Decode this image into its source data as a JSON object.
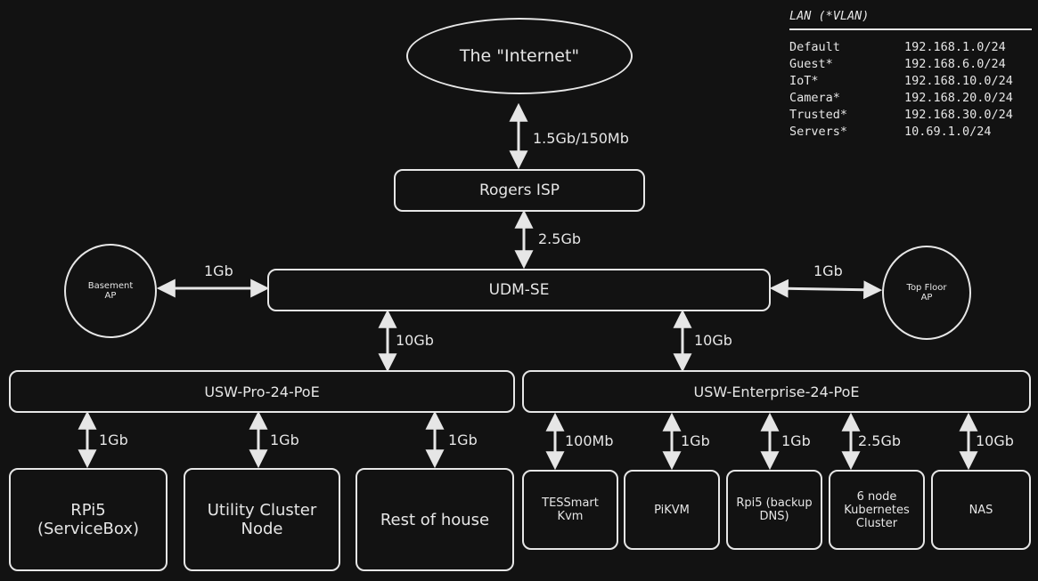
{
  "nodes": {
    "internet": "The \"Internet\"",
    "isp": "Rogers ISP",
    "udm": "UDM-SE",
    "basement_ap": "Basement\nAP",
    "topfloor_ap": "Top Floor\nAP",
    "usw_pro": "USW-Pro-24-PoE",
    "usw_ent": "USW-Enterprise-24-PoE",
    "rpi5_servicebox": "RPi5\n(ServiceBox)",
    "utility_cluster": "Utility Cluster\nNode",
    "rest_of_house": "Rest of house",
    "tessmart": "TESSmart\nKvm",
    "pikvm": "PiKVM",
    "rpi5_dns": "Rpi5 (backup\nDNS)",
    "k8s": "6 node\nKubernetes\nCluster",
    "nas": "NAS"
  },
  "links": {
    "internet_isp": "1.5Gb/150Mb",
    "isp_udm": "2.5Gb",
    "basement_udm": "1Gb",
    "udm_topfloor": "1Gb",
    "udm_pro": "10Gb",
    "udm_ent": "10Gb",
    "pro_rpi5": "1Gb",
    "pro_utility": "1Gb",
    "pro_rest": "1Gb",
    "ent_tessmart": "100Mb",
    "ent_pikvm": "1Gb",
    "ent_rpi5dns": "1Gb",
    "ent_k8s": "2.5Gb",
    "ent_nas": "10Gb"
  },
  "legend": {
    "title": "LAN (*VLAN)",
    "rows": [
      {
        "name": "Default",
        "subnet": "192.168.1.0/24"
      },
      {
        "name": "Guest*",
        "subnet": "192.168.6.0/24"
      },
      {
        "name": "IoT*",
        "subnet": "192.168.10.0/24"
      },
      {
        "name": "Camera*",
        "subnet": "192.168.20.0/24"
      },
      {
        "name": "Trusted*",
        "subnet": "192.168.30.0/24"
      },
      {
        "name": "Servers*",
        "subnet": "10.69.1.0/24"
      }
    ]
  },
  "colors": {
    "background": "#121212",
    "stroke": "#e6e6e6"
  }
}
